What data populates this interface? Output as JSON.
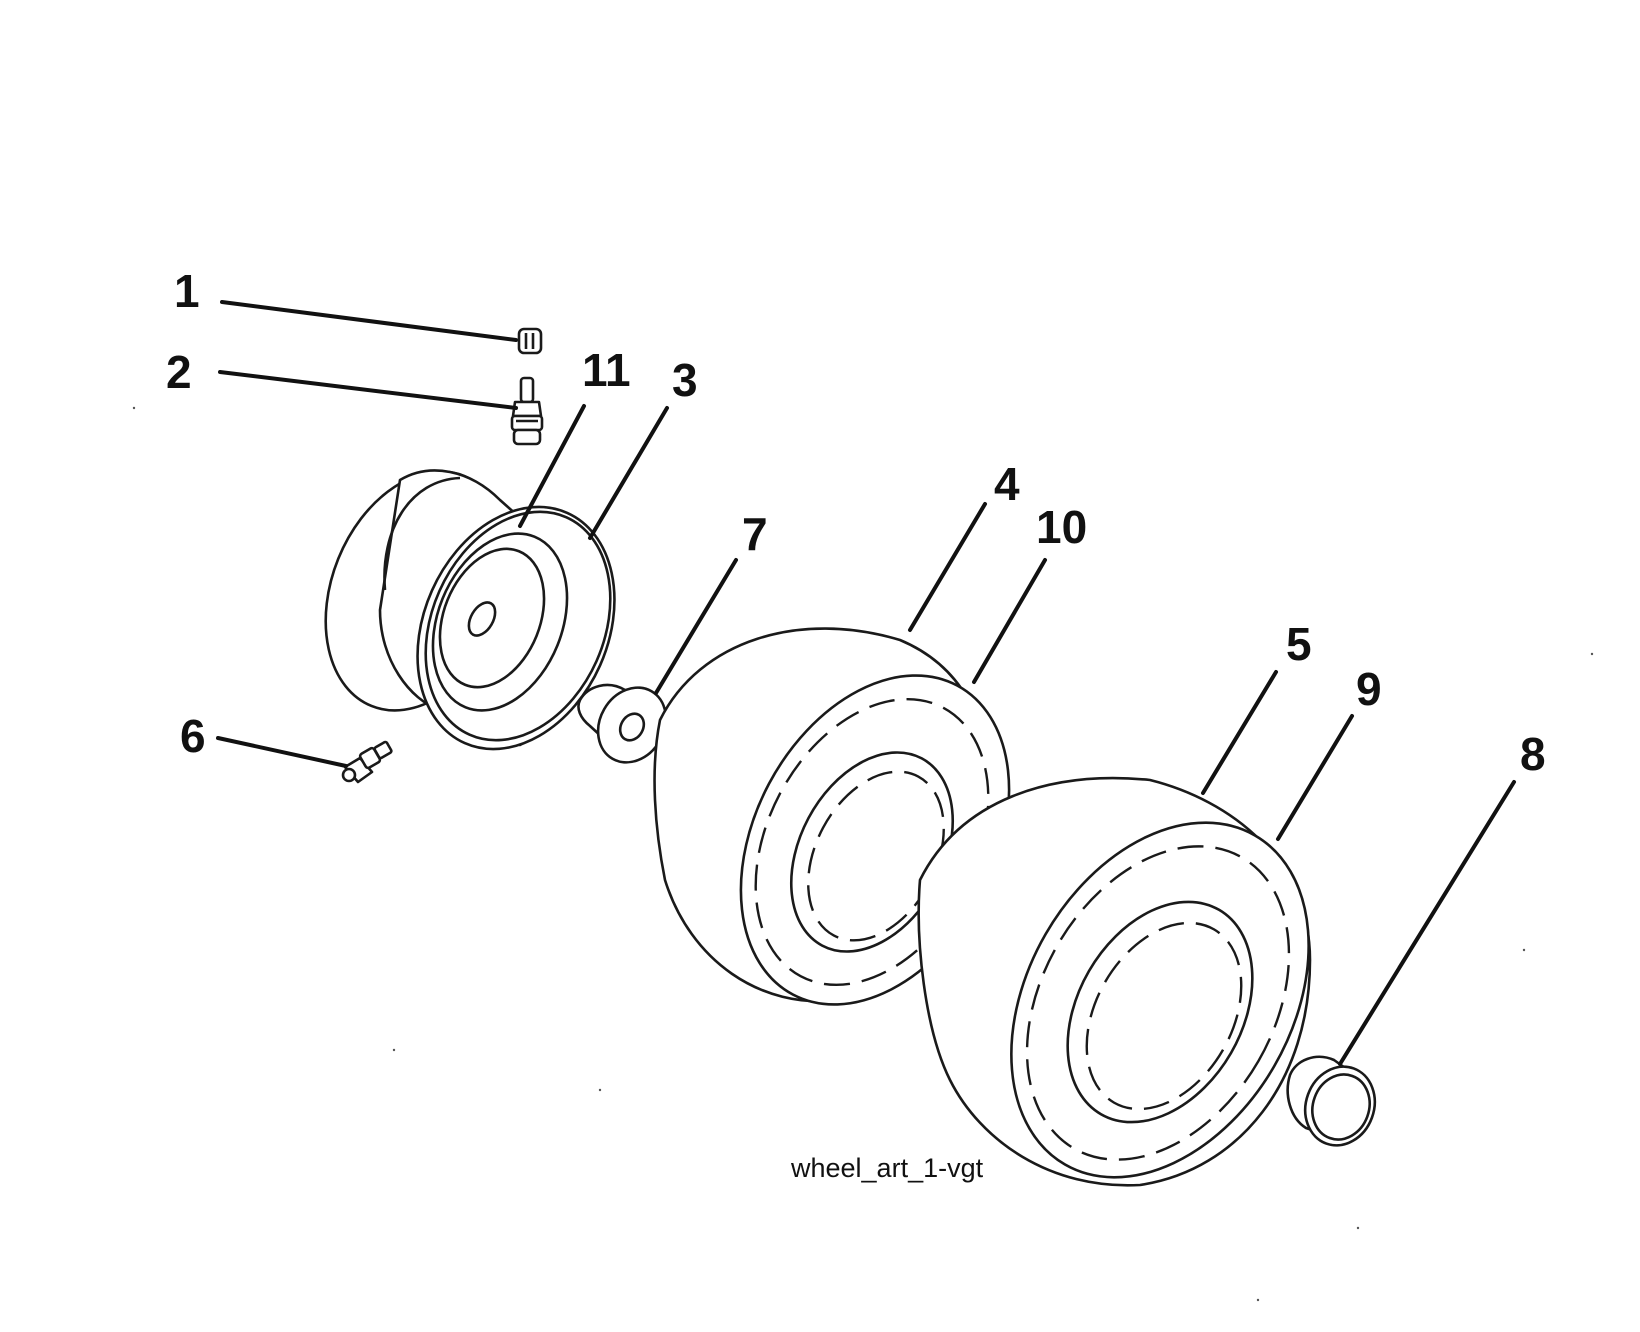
{
  "caption": "wheel_art_1-vgt",
  "callouts": {
    "c1": "1",
    "c2": "2",
    "c3": "3",
    "c4": "4",
    "c5": "5",
    "c6": "6",
    "c7": "7",
    "c8": "8",
    "c9": "9",
    "c10": "10",
    "c11": "11"
  },
  "colors": {
    "line": "#111111",
    "background": "#ffffff"
  }
}
